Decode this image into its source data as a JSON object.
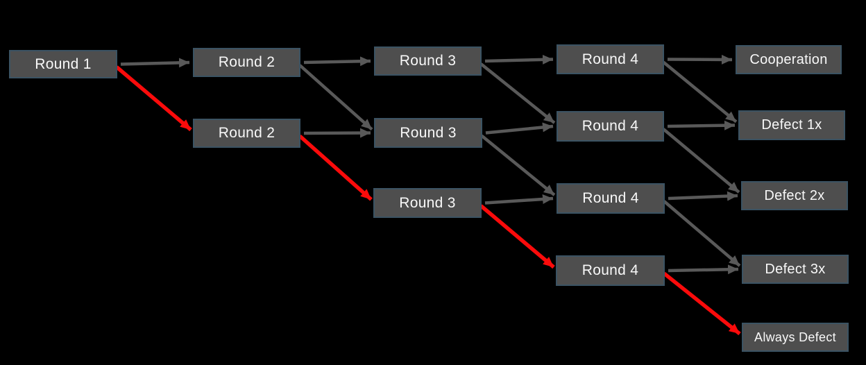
{
  "diagram": {
    "background_color": "#000000",
    "node_style": {
      "fill": "#4e4e4e",
      "border": "#3b5363",
      "text_color": "#f8f8f8"
    },
    "arrow_colors": {
      "default": "#595959",
      "highlight": "#fb0b0b"
    },
    "nodes": [
      {
        "id": "r1",
        "label": "Round 1"
      },
      {
        "id": "r2a",
        "label": "Round 2"
      },
      {
        "id": "r2b",
        "label": "Round 2"
      },
      {
        "id": "r3a",
        "label": "Round 3"
      },
      {
        "id": "r3b",
        "label": "Round 3"
      },
      {
        "id": "r3c",
        "label": "Round 3"
      },
      {
        "id": "r4a",
        "label": "Round 4"
      },
      {
        "id": "r4b",
        "label": "Round 4"
      },
      {
        "id": "r4c",
        "label": "Round 4"
      },
      {
        "id": "r4d",
        "label": "Round 4"
      },
      {
        "id": "coop",
        "label": "Cooperation"
      },
      {
        "id": "d1",
        "label": "Defect 1x"
      },
      {
        "id": "d2",
        "label": "Defect 2x"
      },
      {
        "id": "d3",
        "label": "Defect 3x"
      },
      {
        "id": "ad",
        "label": "Always Defect"
      }
    ],
    "edges": [
      {
        "from": "r1",
        "to": "r2a",
        "color": "default"
      },
      {
        "from": "r1",
        "to": "r2b",
        "color": "highlight"
      },
      {
        "from": "r2a",
        "to": "r3a",
        "color": "default"
      },
      {
        "from": "r2a",
        "to": "r3b",
        "color": "default"
      },
      {
        "from": "r2b",
        "to": "r3b",
        "color": "default"
      },
      {
        "from": "r2b",
        "to": "r3c",
        "color": "highlight"
      },
      {
        "from": "r3a",
        "to": "r4a",
        "color": "default"
      },
      {
        "from": "r3a",
        "to": "r4b",
        "color": "default"
      },
      {
        "from": "r3b",
        "to": "r4b",
        "color": "default"
      },
      {
        "from": "r3b",
        "to": "r4c",
        "color": "default"
      },
      {
        "from": "r3c",
        "to": "r4c",
        "color": "default"
      },
      {
        "from": "r3c",
        "to": "r4d",
        "color": "highlight"
      },
      {
        "from": "r4a",
        "to": "coop",
        "color": "default"
      },
      {
        "from": "r4a",
        "to": "d1",
        "color": "default"
      },
      {
        "from": "r4b",
        "to": "d1",
        "color": "default"
      },
      {
        "from": "r4b",
        "to": "d2",
        "color": "default"
      },
      {
        "from": "r4c",
        "to": "d2",
        "color": "default"
      },
      {
        "from": "r4c",
        "to": "d3",
        "color": "default"
      },
      {
        "from": "r4d",
        "to": "d3",
        "color": "default"
      },
      {
        "from": "r4d",
        "to": "ad",
        "color": "highlight"
      }
    ]
  }
}
